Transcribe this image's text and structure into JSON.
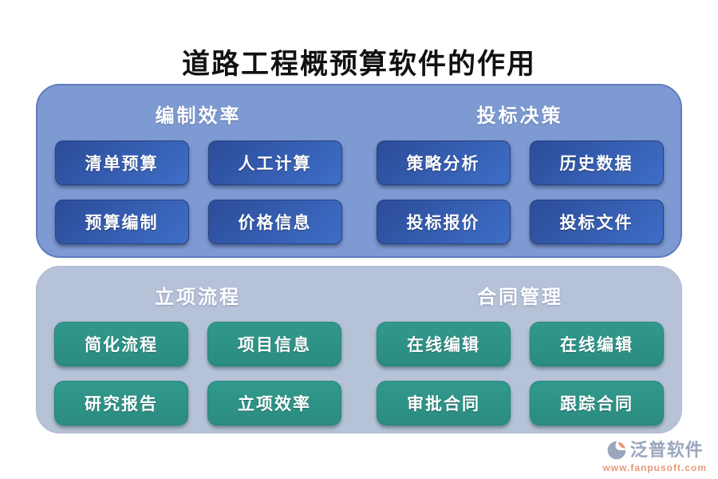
{
  "title": "道路工程概预算软件的作用",
  "panels": [
    {
      "id": "top",
      "theme_color": "#7E9AD2",
      "button_color": "#2C4C99",
      "sections": [
        {
          "header": "编制效率",
          "buttons": [
            "清单预算",
            "人工计算",
            "预算编制",
            "价格信息"
          ]
        },
        {
          "header": "投标决策",
          "buttons": [
            "策略分析",
            "历史数据",
            "投标报价",
            "投标文件"
          ]
        }
      ]
    },
    {
      "id": "bottom",
      "theme_color": "#B6C2D8",
      "button_color": "#2E938A",
      "sections": [
        {
          "header": "立项流程",
          "buttons": [
            "简化流程",
            "项目信息",
            "研究报告",
            "立项效率"
          ]
        },
        {
          "header": "合同管理",
          "buttons": [
            "在线编辑",
            "在线编辑",
            "审批合同",
            "跟踪合同"
          ]
        }
      ]
    }
  ],
  "logo": {
    "name": "泛普软件",
    "url": "www.fanpusoft.com",
    "accent_color": "#E8997B",
    "gray_color": "#9AA6BC"
  }
}
